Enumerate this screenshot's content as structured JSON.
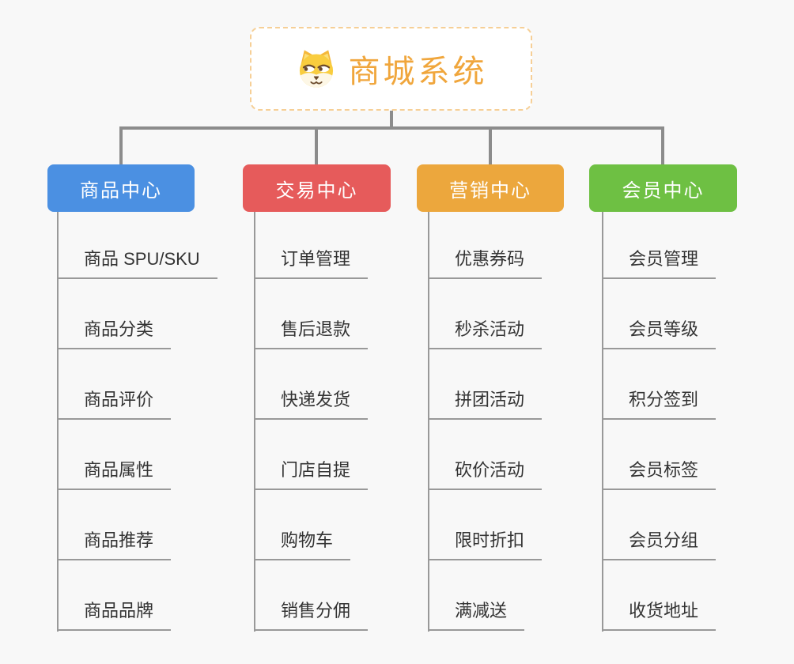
{
  "root": {
    "title": "商城系统",
    "icon": "shiba-dog-icon"
  },
  "colors": {
    "background": "#f8f8f8",
    "connector": "#8c8c8c",
    "leaf_line": "#999999",
    "leaf_text": "#333333",
    "root_text": "#f0a63c",
    "root_border": "#f6cf96",
    "root_background": "#ffffff"
  },
  "branches": [
    {
      "label": "商品中心",
      "color": "#4b90e2",
      "items": [
        "商品 SPU/SKU",
        "商品分类",
        "商品评价",
        "商品属性",
        "商品推荐",
        "商品品牌"
      ]
    },
    {
      "label": "交易中心",
      "color": "#e65b5b",
      "items": [
        "订单管理",
        "售后退款",
        "快递发货",
        "门店自提",
        "购物车",
        "销售分佣"
      ]
    },
    {
      "label": "营销中心",
      "color": "#eca73d",
      "items": [
        "优惠券码",
        "秒杀活动",
        "拼团活动",
        "砍价活动",
        "限时折扣",
        "满减送"
      ]
    },
    {
      "label": "会员中心",
      "color": "#6ec043",
      "items": [
        "会员管理",
        "会员等级",
        "积分签到",
        "会员标签",
        "会员分组",
        "收货地址"
      ]
    }
  ]
}
